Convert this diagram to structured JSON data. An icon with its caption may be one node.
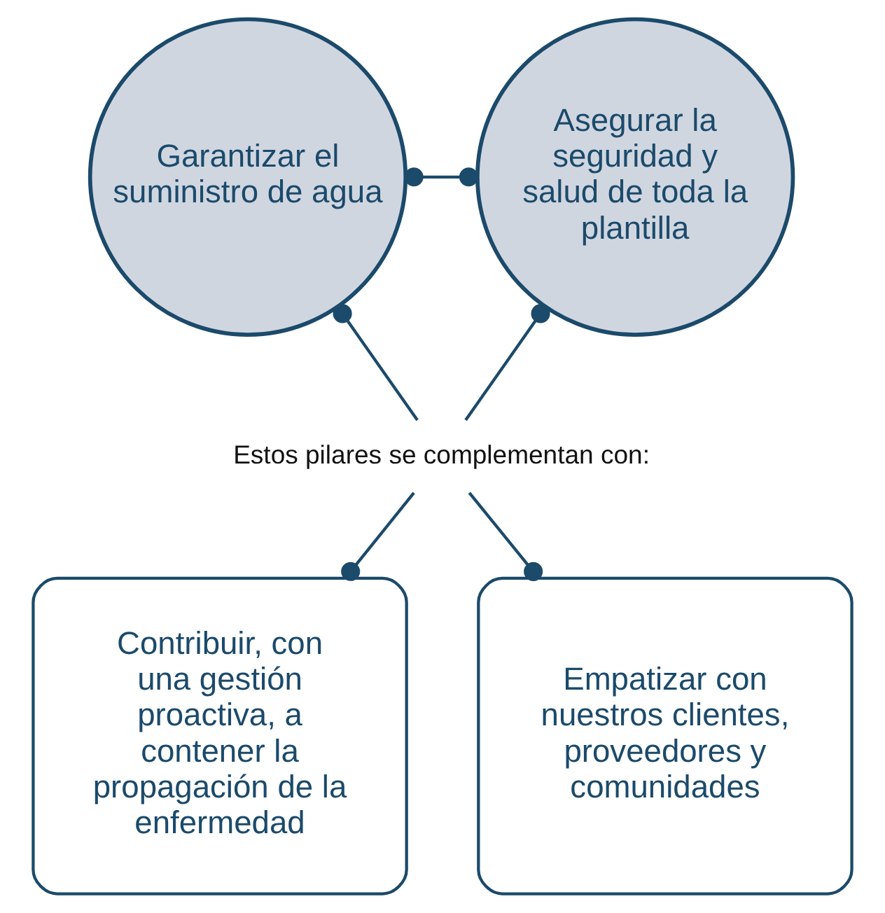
{
  "diagram": {
    "nodes": [
      {
        "text": [
          "Garantizar el suministro de agua"
        ]
      },
      {
        "text": [
          "Asegurar la seguridad y salud de toda la plantilla"
        ]
      },
      {
        "text": [
          "Estos pilares se complementan con:"
        ]
      },
      {
        "text": [
          "Contribuir, con una gestión proactiva, a contener la propagación de la enfermedad"
        ]
      },
      {
        "text": [
          "Empatizar con nuestros clientes, proveedores y comunidades"
        ]
      }
    ],
    "edges": [
      {
        "from": 0,
        "to": 1,
        "arrow": "other"
      },
      {
        "from": 0,
        "to": 2,
        "arrow": "other"
      },
      {
        "from": 1,
        "to": 2,
        "arrow": "other"
      },
      {
        "from": 2,
        "to": 3,
        "arrow": "other"
      },
      {
        "from": 2,
        "to": 4,
        "arrow": "other"
      }
    ]
  }
}
